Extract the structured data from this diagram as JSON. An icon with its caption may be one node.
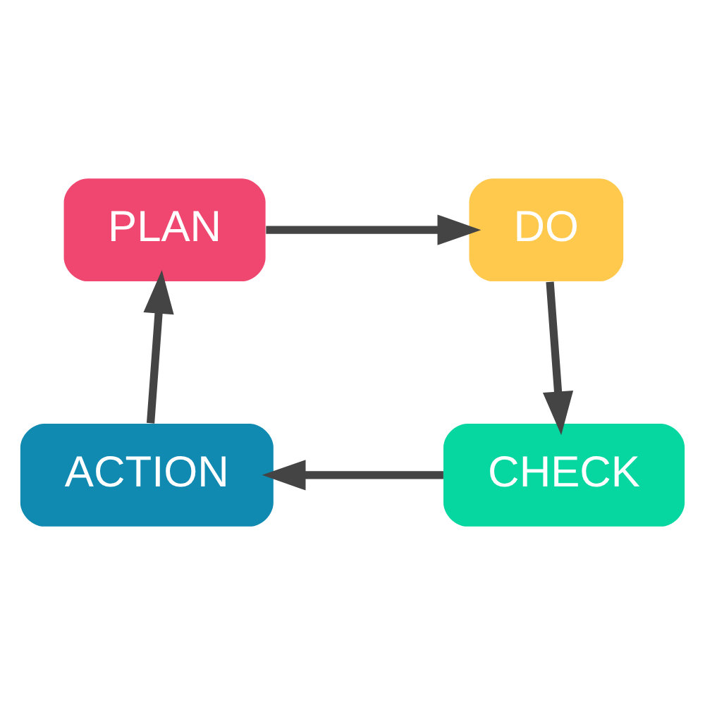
{
  "diagram": {
    "nodes": [
      {
        "text": [
          "PLAN"
        ]
      },
      {
        "text": [
          "DO"
        ]
      },
      {
        "text": [
          "CHECK"
        ]
      },
      {
        "text": [
          "ACTION"
        ]
      }
    ],
    "edges": [
      {
        "from": 0,
        "to": 1,
        "arrow": "to"
      },
      {
        "from": 1,
        "to": 2,
        "arrow": "to"
      },
      {
        "from": 2,
        "to": 3,
        "arrow": "to"
      },
      {
        "from": 3,
        "to": 0,
        "arrow": "to"
      }
    ]
  }
}
